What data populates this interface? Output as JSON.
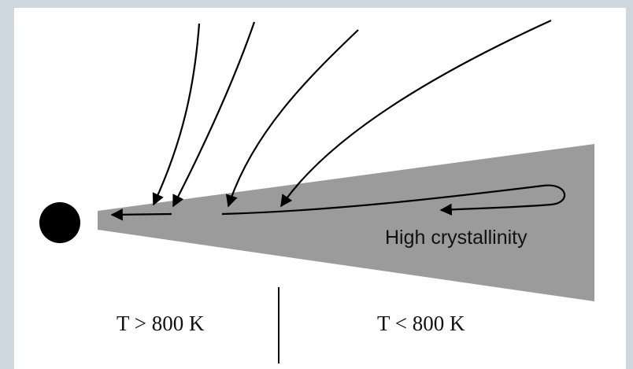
{
  "labels": {
    "region_label": "High crystallinity",
    "hot_zone": "T > 800 K",
    "cool_zone": "T < 800 K"
  },
  "colors": {
    "disk": "#9b9b9b",
    "star": "#000000",
    "arrows": "#000000",
    "background": "#ffffff",
    "frame": "#cfd8de"
  }
}
